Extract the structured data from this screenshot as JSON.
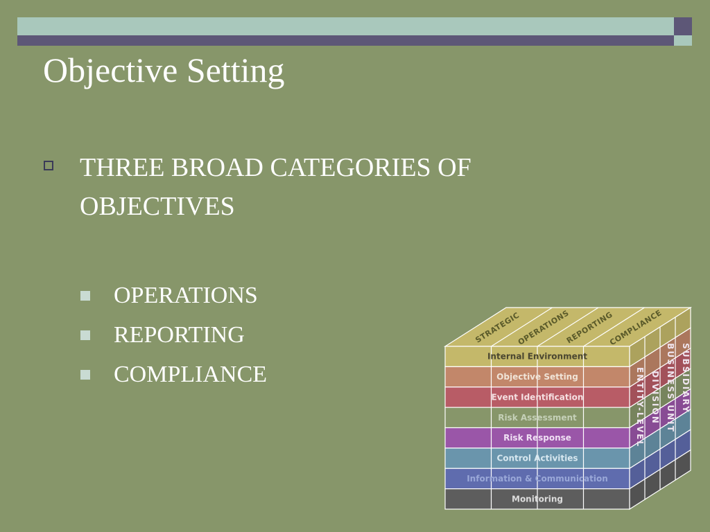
{
  "slide": {
    "title": "Objective Setting",
    "bullet": "THREE BROAD CATEGORIES OF OBJECTIVES",
    "sub_items": [
      "OPERATIONS",
      "REPORTING",
      "COMPLIANCE"
    ]
  },
  "cube": {
    "top_labels": [
      "STRATEGIC",
      "OPERATIONS",
      "REPORTING",
      "COMPLIANCE"
    ],
    "side_labels": [
      "ENTITY-LEVEL",
      "DIVISION",
      "BUSINESS UNIT",
      "SUBSIDIARY"
    ],
    "rows": [
      {
        "label": "Internal Environment",
        "color": "#c4b86a",
        "text_color": "#4a4630"
      },
      {
        "label": "Objective Setting",
        "color": "#c2876a",
        "text_color": "#f0e4d8"
      },
      {
        "label": "Event Identification",
        "color": "#b85c66",
        "text_color": "#f5e0e2"
      },
      {
        "label": "Risk Assessment",
        "color": "#87966a",
        "text_color": "#c5d0b8"
      },
      {
        "label": "Risk Response",
        "color": "#9a56a8",
        "text_color": "#f0e0f4"
      },
      {
        "label": "Control Activities",
        "color": "#6a95ac",
        "text_color": "#d8e8f0"
      },
      {
        "label": "Information & Communication",
        "color": "#5f6cae",
        "text_color": "#9aa8d8"
      },
      {
        "label": "Monitoring",
        "color": "#5d5d5d",
        "text_color": "#dcdcdc"
      }
    ],
    "top_color": "#c4b86a"
  }
}
